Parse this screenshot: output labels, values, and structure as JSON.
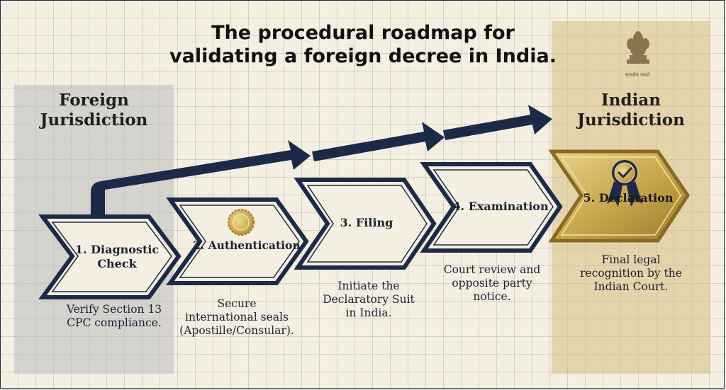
{
  "title": {
    "line1": "The procedural roadmap for",
    "line2": "validating a foreign decree in India."
  },
  "zones": {
    "foreign": {
      "line1": "Foreign",
      "line2": "Jurisdiction"
    },
    "indian": {
      "line1": "Indian",
      "line2": "Jurisdiction"
    }
  },
  "emblem": {
    "caption": "सत्यमेव जयते",
    "icon": "national-emblem-icon"
  },
  "steps": [
    {
      "label_line1": "1. Diagnostic",
      "label_line2": "Check",
      "desc_line1": "Verify Section 13",
      "desc_line2": "CPC compliance.",
      "desc_line3": ""
    },
    {
      "label_line1": "2. Authentication",
      "label_line2": "",
      "desc_line1": "Secure",
      "desc_line2": "international seals",
      "desc_line3": "(Apostille/Consular).",
      "icon": "seal-medal-icon"
    },
    {
      "label_line1": "3. Filing",
      "label_line2": "",
      "desc_line1": "Initiate the",
      "desc_line2": "Declaratory Suit",
      "desc_line3": "in India."
    },
    {
      "label_line1": "4. Examination",
      "label_line2": "",
      "desc_line1": "Court review and",
      "desc_line2": "opposite party",
      "desc_line3": "notice."
    },
    {
      "label_line1": "5. Declaration",
      "label_line2": "",
      "desc_line1": "Final legal",
      "desc_line2": "recognition by the",
      "desc_line3": "Indian Court.",
      "icon": "award-ribbon-check-icon"
    }
  ],
  "colors": {
    "navy": "#1c2a4a",
    "gold": "#c9a94e",
    "paper": "#f4efe0"
  }
}
